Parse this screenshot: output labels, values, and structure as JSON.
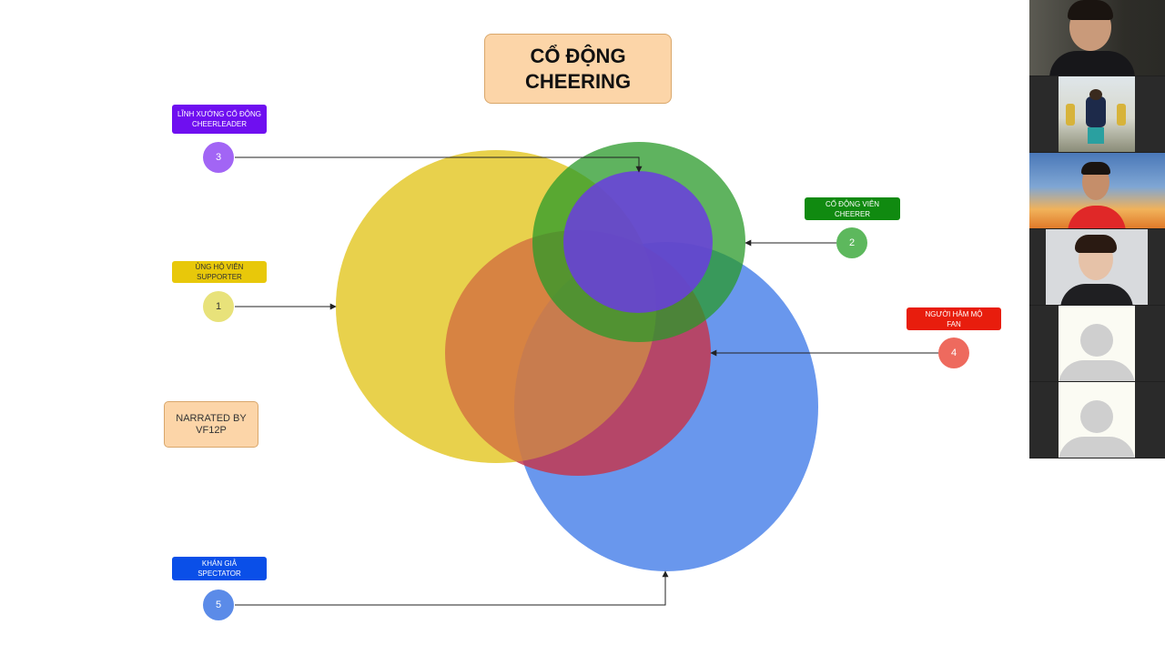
{
  "title": {
    "line1": "CỔ ĐỘNG",
    "line2": "CHEERING"
  },
  "roles": [
    {
      "id": "supporter",
      "number": "1",
      "label_vi": "ỦNG HỘ VIÊN",
      "label_en": "SUPPORTER",
      "color": "#e8c80a",
      "circle_color": "#e5cd33"
    },
    {
      "id": "cheerer",
      "number": "2",
      "label_vi": "CỔ ĐỘNG VIÊN",
      "label_en": "CHEERER",
      "color": "#108a10",
      "circle_color": "#2a9a2a"
    },
    {
      "id": "cheerleader",
      "number": "3",
      "label_vi": "LĨNH XƯỚNG CỔ ĐỘNG",
      "label_en": "CHEERLEADER",
      "color": "#6f0ff0",
      "circle_color": "#6a3ce0"
    },
    {
      "id": "fan",
      "number": "4",
      "label_vi": "NGƯỜI HÂM MỘ",
      "label_en": "FAN",
      "color": "#e81d0d",
      "circle_color": "#c6344a"
    },
    {
      "id": "spectator",
      "number": "5",
      "label_vi": "KHÁN GIẢ",
      "label_en": "SPECTATOR",
      "color": "#0a4fe8",
      "circle_color": "#3f7ae8"
    }
  ],
  "narrated": {
    "line1": "NARRATED BY",
    "line2": "VF12P"
  },
  "sidebar": {
    "participants": [
      "participant-1",
      "participant-2",
      "participant-3",
      "participant-4",
      "participant-5",
      "participant-6"
    ]
  }
}
